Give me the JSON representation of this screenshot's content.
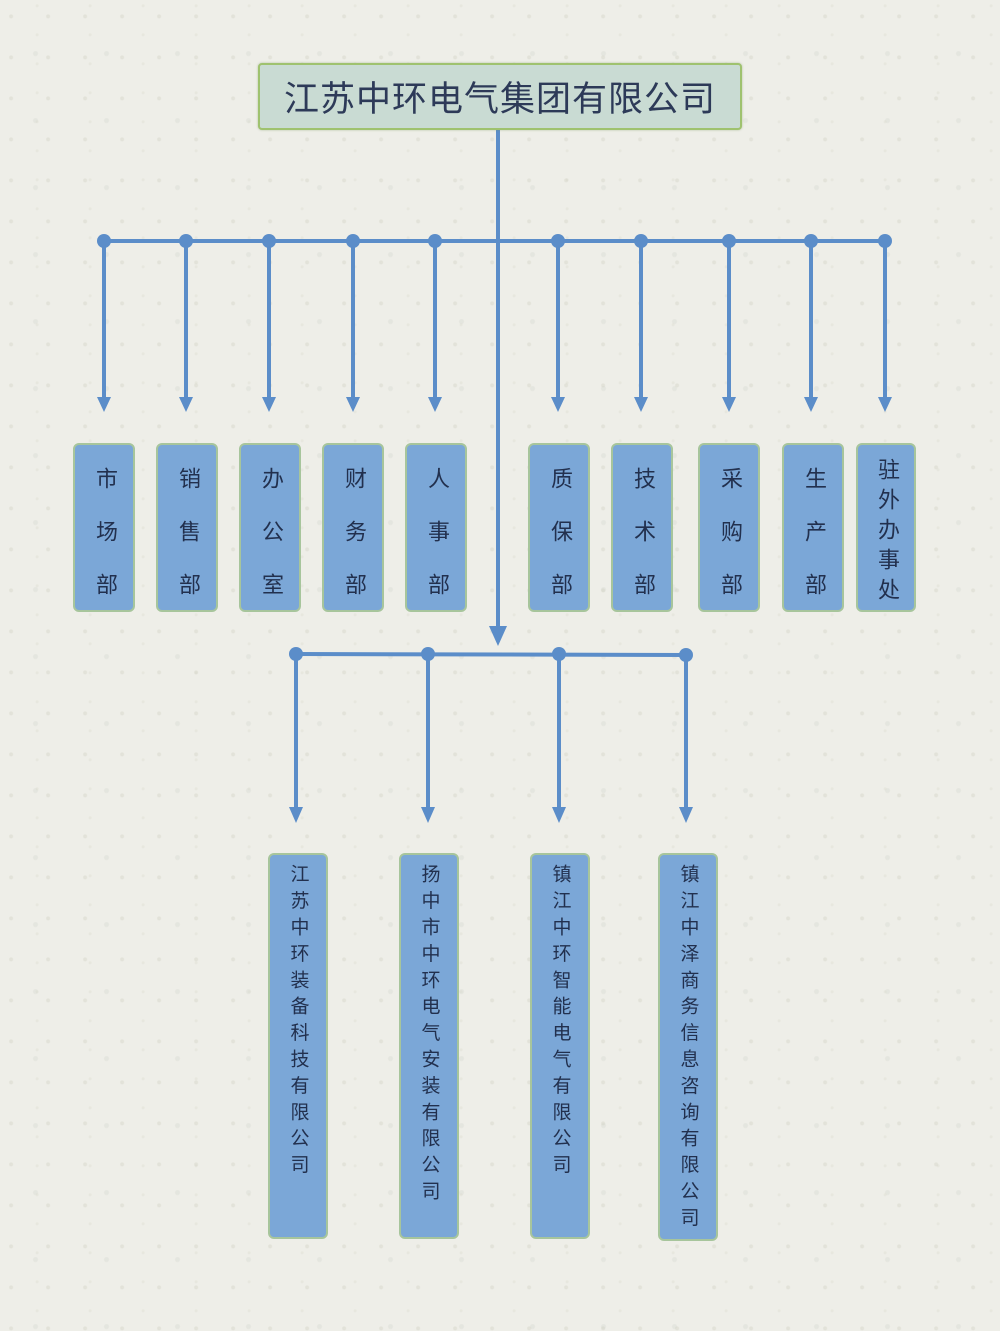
{
  "title": "江苏中环电气集团有限公司",
  "departments": [
    "市场部",
    "销售部",
    "办公室",
    "财务部",
    "人事部",
    "质保部",
    "技术部",
    "采购部",
    "生产部",
    "驻外办事处"
  ],
  "subsidiaries": [
    "江苏中环装备科技有限公司",
    "扬中市中环电气安装有限公司",
    "镇江中环智能电气有限公司",
    "镇江中泽商务信息咨询有限公司"
  ],
  "colors": {
    "background": "#eeeee8",
    "title_fill": "#c9dbd3",
    "title_border": "#9fc26f",
    "box_fill": "#7ba7d7",
    "box_border": "#a7c59c",
    "connector": "#5b8dc9",
    "text": "#22304e"
  }
}
